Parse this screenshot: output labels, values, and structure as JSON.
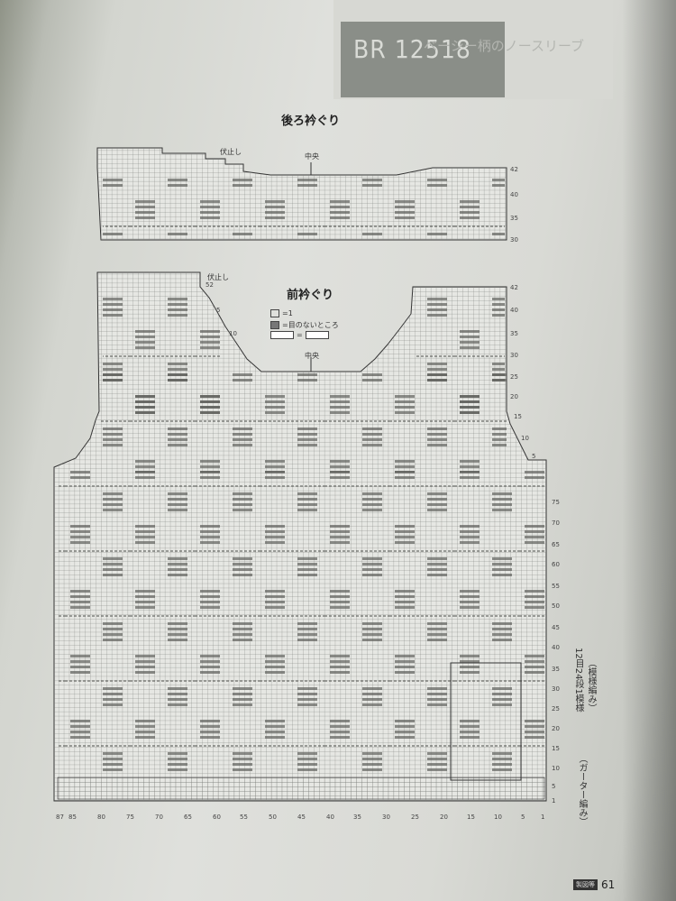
{
  "header": {
    "code": "BR 12518",
    "ghost_text": "ベーシー柄のノースリーブ",
    "sub_text": ""
  },
  "back_neck": {
    "title": "後ろ衿ぐり",
    "center_label": "中央",
    "bind_off_label": "伏止し",
    "row_labels": [
      "42",
      "40",
      "35",
      "30"
    ]
  },
  "front_neck": {
    "title": "前衿ぐり",
    "center_label": "中央",
    "bind_off_label": "伏止し",
    "top_row_label": "52",
    "side_labels": [
      "5",
      "10"
    ],
    "right_row_labels": [
      "42",
      "40",
      "35",
      "30",
      "25",
      "20",
      "15",
      "10",
      "5"
    ],
    "legend": [
      {
        "symbol": "blank",
        "text": "=1"
      },
      {
        "symbol": "dark",
        "text": "=目のないところ"
      },
      {
        "symbol": "cable",
        "text": "="
      }
    ]
  },
  "body": {
    "right_row_labels": [
      "75",
      "70",
      "65",
      "60",
      "55",
      "50",
      "45",
      "40",
      "35",
      "30",
      "25",
      "20",
      "15",
      "10",
      "5",
      "1"
    ],
    "bottom_col_labels": [
      "87",
      "85",
      "80",
      "75",
      "70",
      "65",
      "60",
      "55",
      "50",
      "45",
      "40",
      "35",
      "30",
      "25",
      "20",
      "15",
      "10",
      "5",
      "1"
    ],
    "pattern_note": "12目24段1模様",
    "pattern_label": "（模様編み）",
    "garter_label": "（ガーター編み）"
  },
  "footer": {
    "tag": "製図等",
    "page_number": "61"
  }
}
